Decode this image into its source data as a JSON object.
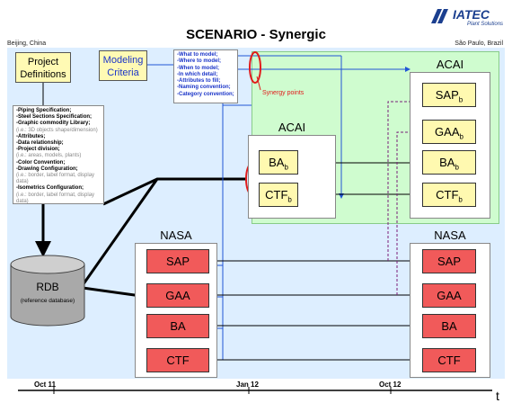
{
  "title": "SCENARIO - Synergic",
  "logo": {
    "name": "IATEC",
    "sub": "Plant Solutions"
  },
  "locations": {
    "left": "Beijing, China",
    "right": "São Paulo, Brazil"
  },
  "project_definitions": {
    "label_line1": "Project",
    "label_line2": "Definitions"
  },
  "modeling_criteria": {
    "label_line1": "Modeling",
    "label_line2": "Criteria"
  },
  "spec_list": [
    {
      "text": "-Piping Specification;",
      "note": false
    },
    {
      "text": "-Steel Sections Specification;",
      "note": false
    },
    {
      "text": "-Graphic commodity Library;",
      "note": false
    },
    {
      "text": "(i.e.: 3D objects shape/dimension)",
      "note": true
    },
    {
      "text": "-Attributes;",
      "note": false
    },
    {
      "text": "-Data relationship;",
      "note": false
    },
    {
      "text": "-Project division;",
      "note": false
    },
    {
      "text": "(i.e.: areas, models, plants)",
      "note": true
    },
    {
      "text": "-Color Convention;",
      "note": false
    },
    {
      "text": "-Drawing Configuration;",
      "note": false
    },
    {
      "text": "(i.e.: border, label format, display data)",
      "note": true
    },
    {
      "text": "-Isometrics Configuration;",
      "note": false
    },
    {
      "text": "(i.e.: border, label format, display data)",
      "note": true
    }
  ],
  "criteria_list": [
    "-What to model;",
    "-Where to model;",
    "-When to model;",
    "-In which detail;",
    "-Attributes to fill;",
    "-Naming convention;",
    "-Category convention;"
  ],
  "synergy_label": "Synergy points",
  "acai_outer": {
    "label": "ACAI",
    "items": [
      {
        "base": "SAP",
        "sub": "b"
      },
      {
        "base": "GAA",
        "sub": "b"
      },
      {
        "base": "BA",
        "sub": "b"
      },
      {
        "base": "CTF",
        "sub": "b"
      }
    ]
  },
  "acai_inner": {
    "label": "ACAI",
    "items": [
      {
        "base": "BA",
        "sub": "b"
      },
      {
        "base": "CTF",
        "sub": "b"
      }
    ]
  },
  "nasa_left": {
    "label": "NASA",
    "items": [
      "SAP",
      "GAA",
      "BA",
      "CTF"
    ]
  },
  "nasa_right": {
    "label": "NASA",
    "items": [
      "SAP",
      "GAA",
      "BA",
      "CTF"
    ]
  },
  "rdb": {
    "label": "RDB",
    "sub": "(reference database)"
  },
  "timeline": {
    "ticks": [
      "Oct 11",
      "Jan 12",
      "Oct 12"
    ],
    "axis": "t"
  },
  "colors": {
    "panel_blue": "#ddeeff",
    "panel_green": "#cffccf",
    "red_box": "#f15a5a",
    "yellow_box": "#fff9b0",
    "arrow_blue": "#2155d6",
    "arrow_purple": "#7a1f7a",
    "synergy_red": "#e11b1b",
    "logo_blue": "#1b3f8f"
  }
}
